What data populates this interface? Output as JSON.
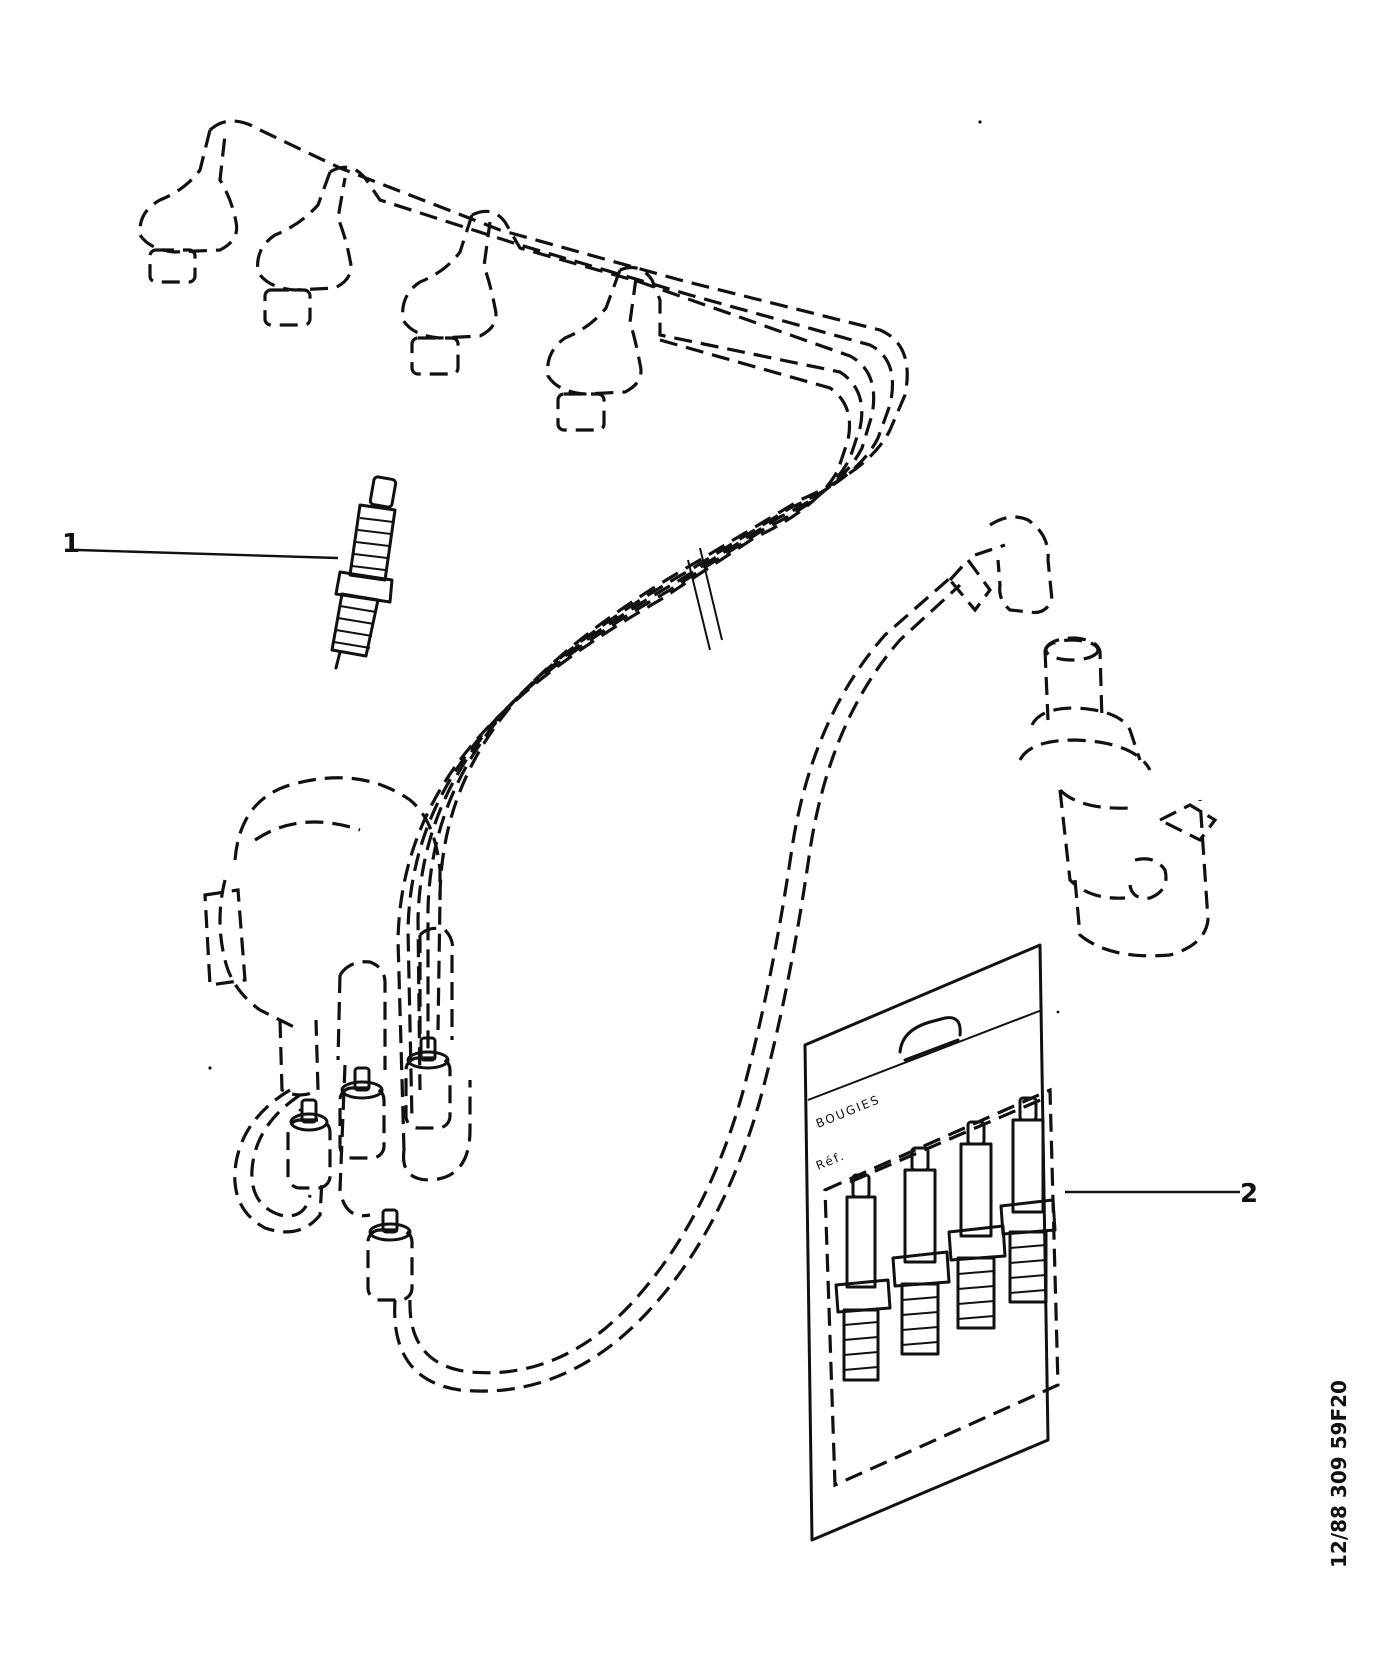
{
  "callouts": [
    {
      "number": "1"
    },
    {
      "number": "2"
    }
  ],
  "package": {
    "brand_text": "BOUGIES",
    "ref_text": "Réf."
  },
  "reference_code": "12/88  309  59F20"
}
